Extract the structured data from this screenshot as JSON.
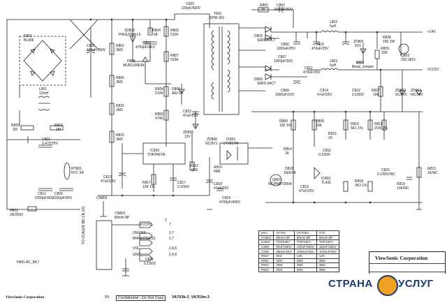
{
  "components": [
    {
      "id": "d801",
      "text": "D801"
    },
    {
      "id": "d801v",
      "text": "BL406"
    },
    {
      "id": "c820",
      "text": "C820"
    },
    {
      "id": "c820v",
      "text": "220pF/600V"
    },
    {
      "id": "t801",
      "text": "T801"
    },
    {
      "id": "t801v",
      "text": "SPW-301"
    },
    {
      "id": "r802",
      "text": "R802"
    },
    {
      "id": "r802v",
      "text": "15"
    },
    {
      "id": "c802",
      "text": "C802"
    },
    {
      "id": "c802v",
      "text": "1000pF/50V"
    },
    {
      "id": "zd802",
      "text": "ZD802"
    },
    {
      "id": "zd802v",
      "text": "P6KE200A-LF"
    },
    {
      "id": "r804",
      "text": "R804"
    },
    {
      "id": "r804v",
      "text": "68"
    },
    {
      "id": "c803",
      "text": "C803"
    },
    {
      "id": "c803v",
      "text": "4700pF/1KV"
    },
    {
      "id": "r803",
      "text": "R803"
    },
    {
      "id": "r803v",
      "text": "510K"
    },
    {
      "id": "d805",
      "text": "D805"
    },
    {
      "id": "d805v",
      "text": "MUR1100ERL"
    },
    {
      "id": "r807",
      "text": "R807"
    },
    {
      "id": "r807v",
      "text": "510K"
    },
    {
      "id": "c805",
      "text": "C805"
    },
    {
      "id": "c805v",
      "text": "100uF/450V"
    },
    {
      "id": "r801",
      "text": "R801"
    },
    {
      "id": "r801v",
      "text": "3M3"
    },
    {
      "id": "r805",
      "text": "R805"
    },
    {
      "id": "r805v",
      "text": "3M3"
    },
    {
      "id": "r822",
      "text": "R822"
    },
    {
      "id": "r822v",
      "text": "3M3"
    },
    {
      "id": "r823",
      "text": "R823"
    },
    {
      "id": "r823v",
      "text": "3M3"
    },
    {
      "id": "d803",
      "text": "D803"
    },
    {
      "id": "d803v",
      "text": "SRF5-10CT"
    },
    {
      "id": "d800",
      "text": "D800"
    },
    {
      "id": "d800v",
      "text": "SRF5-04CT"
    },
    {
      "id": "c806",
      "text": "C806"
    },
    {
      "id": "c806v",
      "text": "1000uF/25V"
    },
    {
      "id": "l802",
      "text": "L802"
    },
    {
      "id": "l802v",
      "text": "5uH"
    },
    {
      "id": "l803",
      "text": "L803"
    },
    {
      "id": "l803v",
      "text": "5uH"
    },
    {
      "id": "c807",
      "text": "C807"
    },
    {
      "id": "c807v",
      "text": "1000pF/50V"
    },
    {
      "id": "c810",
      "text": "C810"
    },
    {
      "id": "c810v",
      "text": "470uF/25V"
    },
    {
      "id": "c808",
      "text": "C808"
    },
    {
      "id": "c808v",
      "text": "1000uF/10V"
    },
    {
      "id": "c811",
      "text": "C811"
    },
    {
      "id": "c811v",
      "text": "470uF/10V"
    },
    {
      "id": "zd801",
      "text": "ZD801"
    },
    {
      "id": "zd801v",
      "text": "6V1"
    },
    {
      "id": "r828",
      "text": "R828"
    },
    {
      "id": "r828v",
      "text": "100 1W"
    },
    {
      "id": "r829",
      "text": "R829"
    },
    {
      "id": "r829v",
      "text": "20K"
    },
    {
      "id": "q802",
      "text": "Q802"
    },
    {
      "id": "q802v",
      "text": "2SC1815"
    },
    {
      "id": "b801",
      "text": "B801"
    },
    {
      "id": "b801v",
      "text": "Bead_Jumper"
    },
    {
      "id": "plus14",
      "text": "+14V"
    },
    {
      "id": "vcc5",
      "text": "VCC5V"
    },
    {
      "id": "l801",
      "text": "L801"
    },
    {
      "id": "l801v",
      "text": "12mH"
    },
    {
      "id": "r824",
      "text": "R824"
    },
    {
      "id": "r824v",
      "text": "510K"
    },
    {
      "id": "d806",
      "text": "D806"
    },
    {
      "id": "d806v",
      "text": "A02-LF"
    },
    {
      "id": "c814",
      "text": "C814"
    },
    {
      "id": "c814v",
      "text": "47uF/25V"
    },
    {
      "id": "c822",
      "text": "C822"
    },
    {
      "id": "c822v",
      "text": "0.1/50V"
    },
    {
      "id": "r827",
      "text": "R827"
    },
    {
      "id": "r827v",
      "text": "10K"
    },
    {
      "id": "zd803",
      "text": "ZD803"
    },
    {
      "id": "zd803v",
      "text": "6C/5V6"
    },
    {
      "id": "zd804",
      "text": "ZD804"
    },
    {
      "id": "zd804v",
      "text": "NC/16V"
    },
    {
      "id": "r820",
      "text": "R820"
    },
    {
      "id": "r820v",
      "text": "1M"
    },
    {
      "id": "r821",
      "text": "R821"
    },
    {
      "id": "r821v",
      "text": "1M"
    },
    {
      "id": "r806",
      "text": "R806"
    },
    {
      "id": "r806v",
      "text": "470K"
    },
    {
      "id": "c815",
      "text": "C815"
    },
    {
      "id": "c815v",
      "text": "47uF/25V"
    },
    {
      "id": "zd805",
      "text": "ZD805"
    },
    {
      "id": "zd805v",
      "text": "12V"
    },
    {
      "id": "r809",
      "text": "R809"
    },
    {
      "id": "r809v",
      "text": "100 1%"
    },
    {
      "id": "r808",
      "text": "R808"
    },
    {
      "id": "r808v",
      "text": "10K"
    },
    {
      "id": "r810",
      "text": "R810"
    },
    {
      "id": "r810v",
      "text": "5K1 1%"
    },
    {
      "id": "r811",
      "text": "R811"
    },
    {
      "id": "r811v",
      "text": "2/1K 1%"
    },
    {
      "id": "c804",
      "text": "C804"
    },
    {
      "id": "c804v",
      "text": "0.47/275V"
    },
    {
      "id": "ic802",
      "text": "IC802"
    },
    {
      "id": "ic802v",
      "text": "TOP246YN"
    },
    {
      "id": "zd806",
      "text": "ZD806"
    },
    {
      "id": "zd806v",
      "text": "NC/6V1"
    },
    {
      "id": "ic801",
      "text": "IC801"
    },
    {
      "id": "ic801v",
      "text": "LTV817M"
    },
    {
      "id": "r815",
      "text": "R815"
    },
    {
      "id": "r815v",
      "text": "1K"
    },
    {
      "id": "r814",
      "text": "R814"
    },
    {
      "id": "r814v",
      "text": "1K"
    },
    {
      "id": "c816",
      "text": "C816"
    },
    {
      "id": "c816v",
      "text": "0.1/50V"
    },
    {
      "id": "rt801",
      "text": "RT801"
    },
    {
      "id": "rt801v",
      "text": "NTC 5R"
    },
    {
      "id": "r812",
      "text": "R812"
    },
    {
      "id": "r812v",
      "text": "6R8"
    },
    {
      "id": "d818",
      "text": "D818"
    },
    {
      "id": "d818v",
      "text": "1N4148"
    },
    {
      "id": "r816",
      "text": "R816"
    },
    {
      "id": "r816v",
      "text": "6R8"
    },
    {
      "id": "ic803",
      "text": "IC803"
    },
    {
      "id": "ic803v",
      "text": "TL431"
    },
    {
      "id": "c823",
      "text": "C823"
    },
    {
      "id": "c823v",
      "text": "0.1/50V/NC"
    },
    {
      "id": "r813",
      "text": "R813"
    },
    {
      "id": "r813v",
      "text": "1K/NC"
    },
    {
      "id": "c813",
      "text": "C813"
    },
    {
      "id": "c813v",
      "text": "47uF/25V"
    },
    {
      "id": "r817",
      "text": "R817"
    },
    {
      "id": "r817v",
      "text": "12K 1%"
    },
    {
      "id": "c817",
      "text": "C817"
    },
    {
      "id": "c817v",
      "text": "0.1/50V"
    },
    {
      "id": "c818",
      "text": "C818"
    },
    {
      "id": "c818v",
      "text": "47uF/25V"
    },
    {
      "id": "q801",
      "text": "Q801"
    },
    {
      "id": "q801v",
      "text": "NC/PMBT3904"
    },
    {
      "id": "c819",
      "text": "C819"
    },
    {
      "id": "c819v",
      "text": "47uF/25V"
    },
    {
      "id": "r818",
      "text": "R818"
    },
    {
      "id": "r818v",
      "text": "3K3 1%"
    },
    {
      "id": "r819",
      "text": "R819"
    },
    {
      "id": "r819v",
      "text": "10K/NC"
    },
    {
      "id": "c812",
      "text": "C812"
    },
    {
      "id": "c812v",
      "text": "2200pF/50V"
    },
    {
      "id": "c809",
      "text": "C809"
    },
    {
      "id": "c809v",
      "text": "2200pF/50V"
    },
    {
      "id": "c824",
      "text": "C824"
    },
    {
      "id": "c824v",
      "text": "4700pF/400V"
    },
    {
      "id": "fb01",
      "text": "FB01"
    },
    {
      "id": "fb01v",
      "text": "2A/250V"
    },
    {
      "id": "fb81",
      "text": "FB81   AC_BK7"
    },
    {
      "id": "cn801",
      "text": "CN801"
    },
    {
      "id": "cn801v",
      "text": "80mm 8P"
    },
    {
      "id": "cn802",
      "text": "CN802"
    },
    {
      "id": "c821",
      "text": "C821"
    },
    {
      "id": "c821v",
      "text": "0.1/50V"
    },
    {
      "id": "t",
      "text": "T"
    },
    {
      "id": "vert",
      "text": "TO SCALER BD CN 101"
    }
  ],
  "connector": {
    "nets": [
      "VCC5V",
      "ON/OFF",
      "BRIGHTNESS",
      "VOL",
      "GND"
    ],
    "pins": [
      "7",
      "2,7",
      "2,7",
      "2,4,6",
      "2,4,6"
    ]
  },
  "bom_table": {
    "headers": [
      "Item",
      "VA703",
      "VA703m",
      "G7b"
    ],
    "rows": [
      [
        "CN801",
        "80mm 8P",
        "80mm 8P",
        "80mm 8P"
      ],
      [
        "IC802",
        "TOP245Y",
        "TOP245Y",
        "TOP246Y"
      ],
      [
        "C805",
        "82uF/450V",
        "100uF/450V",
        "150uF/450V"
      ],
      [
        "C806",
        "680uF/25V",
        "1000uF/25V",
        "1000uF/25V"
      ],
      [
        "R817",
        "6K2",
        "12K",
        "12K"
      ],
      [
        "R801",
        "2M4",
        "3M3",
        "3M3"
      ],
      [
        "R822",
        "2M4",
        "3M3",
        "3M3"
      ],
      [
        "R823",
        "2M4",
        "3M3",
        "3M3"
      ]
    ]
  },
  "title_block": {
    "company": "ViewSonic Corporation"
  },
  "footer": {
    "company": "ViewSonic Corporation",
    "page": "59",
    "confidential": "Confidential - Do Not Copy",
    "model": "VA703b-3_VA703m-3"
  },
  "watermark": {
    "left": "СТРАНА",
    "right": "УСЛУГ"
  }
}
